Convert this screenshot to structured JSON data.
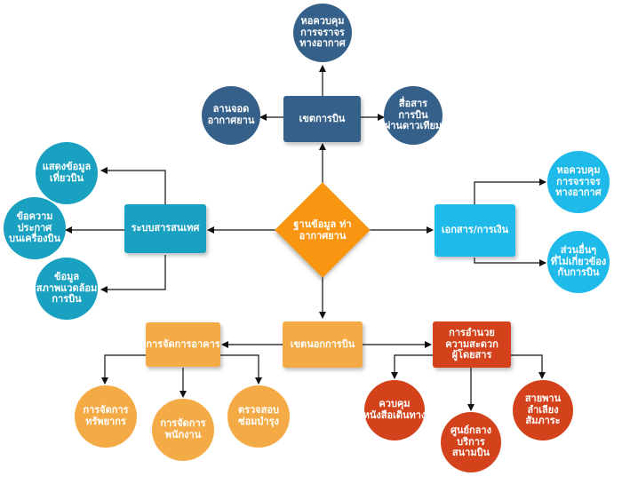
{
  "center": {
    "line1": "ฐานข้อมูล",
    "line2": "ท่าอากาศยาน"
  },
  "top": {
    "hub": "เขตการบิน",
    "atc": [
      "หอควบคุม",
      "การจราจร",
      "ทางอากาศ"
    ],
    "apron": [
      "ลานจอด",
      "อากาศยาน"
    ],
    "satcom": [
      "สื่อสาร",
      "การบิน",
      "ผ่านดาวเทียม"
    ]
  },
  "left": {
    "hub": "ระบบสารสนเทศ",
    "flight_info": [
      "แสดงข้อมูล",
      "เที่ยวบิน"
    ],
    "onboard_ann": [
      "ข้อความ",
      "ประกาศ",
      "บนเครื่องบิน"
    ],
    "env_info": [
      "ข้อมูล",
      "สภาพแวดล้อม",
      "การบิน"
    ]
  },
  "right": {
    "hub": "เอกสาร/การเงิน",
    "atc": [
      "หอควบคุม",
      "การจราจร",
      "ทางอากาศ"
    ],
    "others": [
      "ส่วนอื่นๆ",
      "ที่ไม่เกี่ยวข้อง",
      "กับการบิน"
    ]
  },
  "bottom": {
    "hub": "เขตนอกการบิน",
    "building": {
      "hub": "การจัดการอาคาร",
      "resources": [
        "การจัดการ",
        "ทรัพยากร"
      ],
      "staff": [
        "การจัดการ",
        "พนักงาน"
      ],
      "maintenance": [
        "ตรวจสอบ",
        "ซ่อมบำรุง"
      ]
    },
    "passenger": {
      "hub": [
        "การอำนวย",
        "ความสะดวก",
        "ผู้โดยสาร"
      ],
      "travel_docs": [
        "ควบคุม",
        "หนังสือเดินทาง"
      ],
      "services": [
        "ศูนย์กลาง",
        "บริการ",
        "สนามบิน"
      ],
      "baggage": [
        "สายพาน",
        "ลำเลียง",
        "สัมภาระ"
      ]
    }
  },
  "colors": {
    "navy": "#356089",
    "teal": "#1aa1c1",
    "sky": "#1ebaea",
    "diamond": "#f99510",
    "amber": "#f4ab45",
    "red": "#d3421a",
    "line": "#111111"
  }
}
